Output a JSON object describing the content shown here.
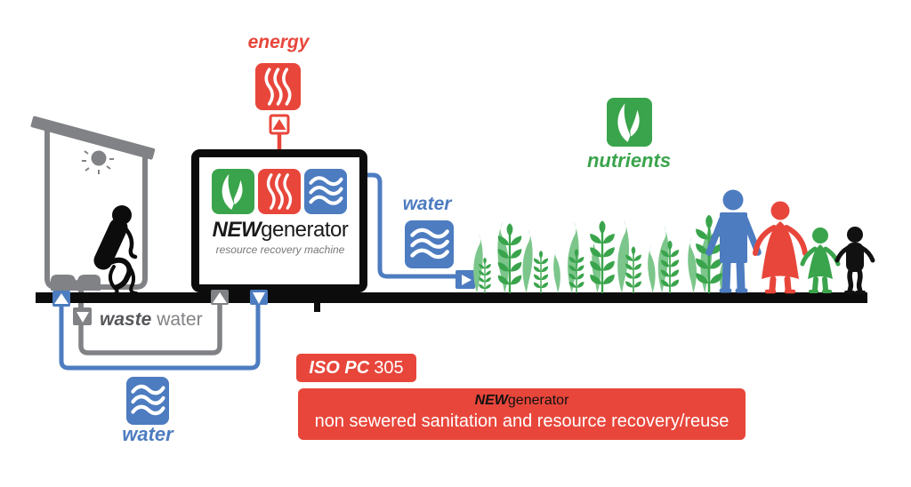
{
  "labels": {
    "energy": "energy",
    "water_output": "water",
    "nutrients": "nutrients",
    "waste_emphasis": "waste",
    "waste_rest": " water",
    "water_recycled": "water"
  },
  "machine": {
    "name_emphasis": "NEW",
    "name_rest": "generator",
    "subtitle": "resource recovery machine"
  },
  "iso_badge": {
    "emphasis": "ISO PC",
    "number": "305"
  },
  "banner": {
    "name_emphasis": "NEW",
    "name_rest": "generator",
    "description": "non sewered sanitation and resource recovery/reuse"
  },
  "icons": {
    "energy": "heat-waves-icon",
    "water": "water-waves-icon",
    "nutrients": "plant-leaves-icon"
  },
  "colors": {
    "red": "#e8463b",
    "blue": "#4d7cc0",
    "green": "#3aa44c",
    "light_green": "#7cc68b",
    "gray": "#808285",
    "dark_gray": "#55575a",
    "black": "#0c0c0c"
  }
}
